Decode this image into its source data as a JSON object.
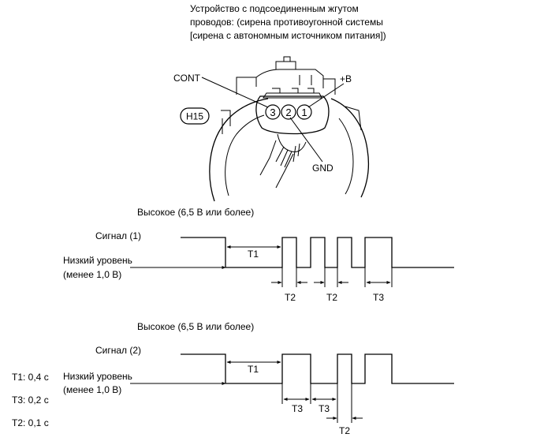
{
  "header": {
    "lines": [
      "Устройство с подсоединенным жгутом",
      "проводов: (сирена противоугонной системы",
      "[сирена с автономным источником питания])"
    ]
  },
  "connector": {
    "code": "H15",
    "pins": [
      "3",
      "2",
      "1"
    ],
    "labels": {
      "cont": "CONT",
      "plus_b": "+B",
      "gnd": "GND"
    }
  },
  "signal1": {
    "high_label": "Высокое (6,5 В или более)",
    "signal_label": "Сигнал (1)",
    "low_label_1": "Низкий уровень",
    "low_label_2": "(менее 1,0 В)",
    "markers": [
      "T1",
      "T2",
      "T2",
      "T3"
    ]
  },
  "signal2": {
    "high_label": "Высокое (6,5 В или более)",
    "signal_label": "Сигнал (2)",
    "low_label_1": "Низкий уровень",
    "low_label_2": "(менее 1,0 В)",
    "markers": [
      "T1",
      "T3",
      "T3",
      "T2"
    ]
  },
  "legend": {
    "t1": "T1: 0,4 с",
    "t3": "T3: 0,2 с",
    "t2": "T2: 0,1 с"
  }
}
